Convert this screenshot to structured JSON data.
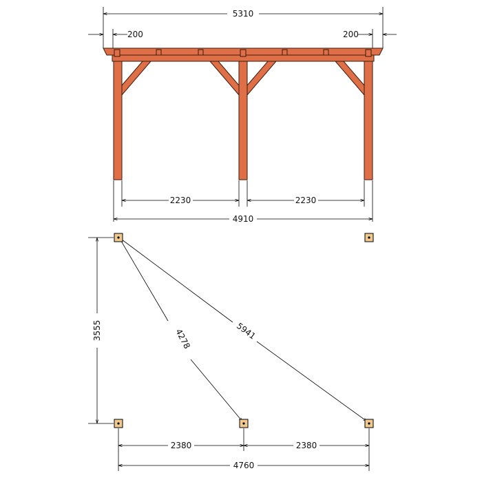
{
  "colors": {
    "timber": "#de6f47",
    "timber_outline": "#3a1a0e",
    "base_plate": "#f0c890",
    "line": "#000000"
  },
  "elevation": {
    "overall_width": "5310",
    "overhang_left": "200",
    "overhang_right": "200",
    "bay_left": "2230",
    "bay_right": "2230",
    "post_span": "4910"
  },
  "plan": {
    "depth": "3555",
    "diagonal_short": "4278",
    "diagonal_long": "5941",
    "bay_left": "2380",
    "bay_right": "2380",
    "total_width": "4760"
  }
}
